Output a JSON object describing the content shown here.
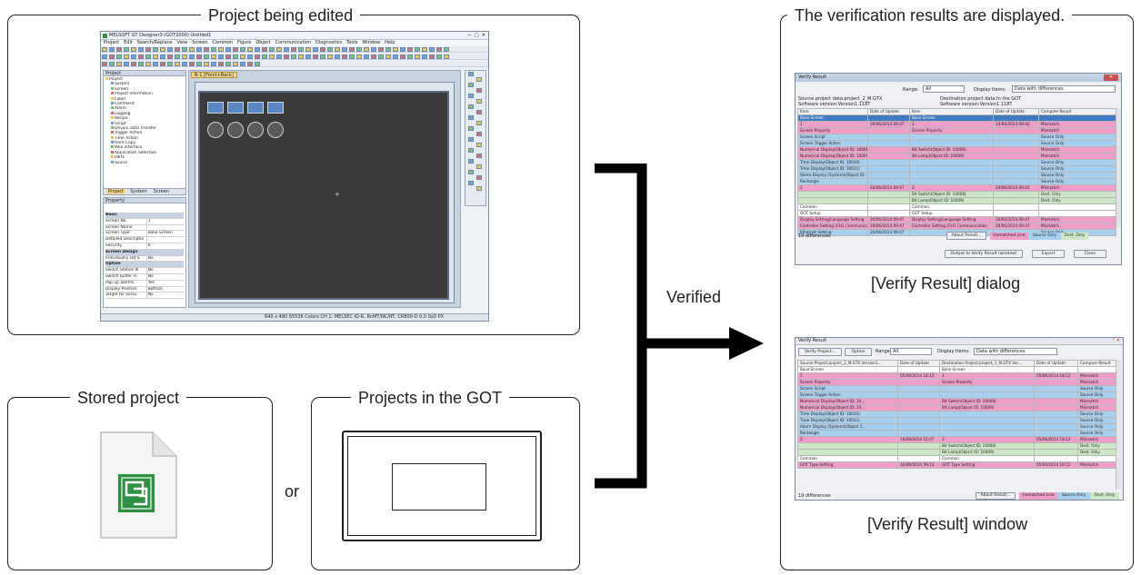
{
  "boxes": {
    "edited": {
      "label": "Project being edited"
    },
    "stored": {
      "label": "Stored project"
    },
    "got": {
      "label": "Projects in the GOT"
    },
    "results": {
      "label": "The verification results are displayed."
    }
  },
  "connector": {
    "or_label": "or",
    "verified_label": "Verified"
  },
  "captions": {
    "dialog": "[Verify Result] dialog",
    "window": "[Verify Result] window"
  },
  "designer": {
    "title": "MELSOFT GT Designer3 (GOT2000) Untitled1",
    "menu": [
      "Project",
      "Edit",
      "Search/Replace",
      "View",
      "Screen",
      "Common",
      "Figure",
      "Object",
      "Communication",
      "Diagnostics",
      "Tools",
      "Window",
      "Help"
    ],
    "tab": "B-1 [Front+Back]",
    "project_tree_title": "Project",
    "tree": [
      "Project",
      "System",
      "Screen",
      "Project Information",
      "Label",
      "Comment",
      "Alarm",
      "Logging",
      "Recipe",
      "Script",
      "Device Data Transfer",
      "Trigger Action",
      "Time Action",
      "Hard Copy",
      "MES Interface",
      "Application Selection",
      "Parts",
      "Sound"
    ],
    "panel_tabs": [
      "Project",
      "System",
      "Screen"
    ],
    "property_title": "Property",
    "property_rows": [
      [
        "Basic",
        ""
      ],
      [
        "Screen No.",
        "1"
      ],
      [
        "Screen Name",
        ""
      ],
      [
        "Screen Type",
        "Base Screen"
      ],
      [
        "Detailed Descriptio",
        ""
      ],
      [
        "Security",
        "0"
      ],
      [
        "Screen Design",
        ""
      ],
      [
        "Individually set S",
        "No"
      ],
      [
        "Option",
        ""
      ],
      [
        "Switch Station N",
        "No"
      ],
      [
        "Switch buffer m",
        "No"
      ],
      [
        "Pop up alarms",
        "Yes"
      ],
      [
        "Display Position",
        "Bottom"
      ],
      [
        "Target for exclu",
        "No"
      ]
    ],
    "status": "640 x 480   65536 Colors   CH 1: MELSEC iQ-R, RnMT/NC/RT, CR800-D   0,0   0x0 PX"
  },
  "dialog": {
    "title": "Verify Result",
    "range_label": "Range:",
    "range_value": "All",
    "display_items_label": "Display Items:",
    "display_items_value": "Data with differences",
    "source_line1": "Source project data:project_2_M.GTX",
    "source_line2": "Software version:Version1.118T",
    "dest_line1": "Destination project data:In the GOT",
    "dest_line2": "Software version:Version1.118T",
    "headers": [
      "Item",
      "Date of Update",
      "Item",
      "Date of Update",
      "Compare Result"
    ],
    "rows": [
      {
        "c": "sel",
        "v": [
          "Base Screen",
          "",
          "Base Screen",
          "",
          ""
        ]
      },
      {
        "c": "pink",
        "v": [
          "1",
          "20/06/2014 09:47",
          "1",
          "20/06/2014 09:42",
          "Mismatch"
        ]
      },
      {
        "c": "pink",
        "v": [
          "Screen Property",
          "",
          "Screen Property",
          "",
          "Mismatch"
        ]
      },
      {
        "c": "blue",
        "v": [
          "Screen Script",
          "",
          "",
          "",
          "Source Only"
        ]
      },
      {
        "c": "blue",
        "v": [
          "Screen Trigger Action",
          "",
          "",
          "",
          "Source Only"
        ]
      },
      {
        "c": "pink",
        "v": [
          "Numerical Display(Object ID: 10008)",
          "",
          "Bit Switch(Object ID: 10008)",
          "",
          "Mismatch"
        ]
      },
      {
        "c": "pink",
        "v": [
          "Numerical Display(Object ID: 10009)",
          "",
          "Bit Lamp(Object ID: 10009)",
          "",
          "Mismatch"
        ]
      },
      {
        "c": "blue",
        "v": [
          "Time Display(Object ID: 10010)",
          "",
          "",
          "",
          "Source Only"
        ]
      },
      {
        "c": "blue",
        "v": [
          "Time Display(Object ID: 10011)",
          "",
          "",
          "",
          "Source Only"
        ]
      },
      {
        "c": "blue",
        "v": [
          "Alarm Display (System)(Object ID: 1",
          "",
          "",
          "",
          "Source Only"
        ]
      },
      {
        "c": "blue",
        "v": [
          "Rectangle",
          "",
          "",
          "",
          "Source Only"
        ]
      },
      {
        "c": "pink",
        "v": [
          "2",
          "20/06/2014 09:47",
          "2",
          "20/06/2014 09:42",
          "Mismatch"
        ]
      },
      {
        "c": "green",
        "v": [
          "",
          "",
          "Bit Switch(Object ID: 10008)",
          "",
          "Dest. Only"
        ]
      },
      {
        "c": "green",
        "v": [
          "",
          "",
          "Bit Lamp(Object ID: 10009)",
          "",
          "Dest. Only"
        ]
      },
      {
        "c": "white",
        "v": [
          "Common",
          "",
          "Common",
          "",
          ""
        ]
      },
      {
        "c": "white",
        "v": [
          "GOT Setup",
          "",
          "GOT Setup",
          "",
          ""
        ]
      },
      {
        "c": "pink",
        "v": [
          "Display Setting(Language Setting",
          "20/06/2014 09:47",
          "Display Setting(Language Setting",
          "20/06/2014 09:47",
          "Mismatch"
        ]
      },
      {
        "c": "pink",
        "v": [
          "Controller Setting (CH1 Communication",
          "20/06/2014 09:47",
          "Controller Setting (CH1 Communication",
          "20/06/2014 09:47",
          "Mismatch"
        ]
      },
      {
        "c": "blue",
        "v": [
          "Ethernet Setting",
          "20/06/2014 09:47",
          "",
          "",
          "Source Only"
        ]
      }
    ],
    "differences": "19 differences",
    "about_button": "About Result...",
    "legend": [
      "Unmatched Line",
      "Source Only",
      "Dest. Only"
    ],
    "output_button": "Output to Verify Result (window)",
    "export_button": "Export",
    "close_button": "Close"
  },
  "window": {
    "title": "Verify Result",
    "verify_project_button": "Verify Project...",
    "option_button": "Option",
    "range_label": "Range:",
    "range_value": "All",
    "display_items_label": "Display Items:",
    "display_items_value": "Data with differences",
    "headers": [
      "Source Project:project_2_M.GTX  Version1...",
      "Date of Update",
      "Destination Project:project_1_M.GTX  Ver...",
      "Date of Update",
      "Compare Result"
    ],
    "rows": [
      {
        "c": "white",
        "v": [
          "Base Screen",
          "",
          "Base Screen",
          "",
          ""
        ]
      },
      {
        "c": "pink",
        "v": [
          "1",
          "05/06/2014 18:12",
          "1",
          "05/06/2014 18:12",
          "Mismatch"
        ]
      },
      {
        "c": "pink",
        "v": [
          "Screen Property",
          "",
          "Screen Property",
          "",
          "Mismatch"
        ]
      },
      {
        "c": "blue",
        "v": [
          "Screen Script",
          "",
          "",
          "",
          "Source Only"
        ]
      },
      {
        "c": "blue",
        "v": [
          "Screen Trigger Action",
          "",
          "",
          "",
          "Source Only"
        ]
      },
      {
        "c": "pink",
        "v": [
          "Numerical Display(Object ID: 10...",
          "",
          "Bit Switch(Object ID: 10008)",
          "",
          "Mismatch"
        ]
      },
      {
        "c": "pink",
        "v": [
          "Numerical Display(Object ID: 10...",
          "",
          "Bit Lamp(Object ID: 10009)",
          "",
          "Mismatch"
        ]
      },
      {
        "c": "blue",
        "v": [
          "Time Display(Object ID: 10010)",
          "",
          "",
          "",
          "Source Only"
        ]
      },
      {
        "c": "blue",
        "v": [
          "Time Display(Object ID: 10011)",
          "",
          "",
          "",
          "Source Only"
        ]
      },
      {
        "c": "blue",
        "v": [
          "Alarm Display (System)(Object 1...",
          "",
          "",
          "",
          "Source Only"
        ]
      },
      {
        "c": "blue",
        "v": [
          "Rectangle",
          "",
          "",
          "",
          "Source Only"
        ]
      },
      {
        "c": "pink",
        "v": [
          "2",
          "16/06/2014 11:07",
          "2",
          "05/06/2014 18:12",
          "Mismatch"
        ]
      },
      {
        "c": "green",
        "v": [
          "",
          "",
          "Bit Switch(Object ID: 10008)",
          "",
          "Dest. Only"
        ]
      },
      {
        "c": "green",
        "v": [
          "",
          "",
          "Bit Lamp(Object ID: 10009)",
          "",
          "Dest. Only"
        ]
      },
      {
        "c": "white",
        "v": [
          "Common",
          "",
          "Common",
          "",
          ""
        ]
      },
      {
        "c": "pink",
        "v": [
          "GOT Type Setting",
          "30/06/2014 09:14",
          "GOT Type Setting",
          "05/06/2014 18:12",
          "Mismatch"
        ]
      }
    ],
    "differences": "19 differences",
    "about_button": "About Result...",
    "legend": [
      "Unmatched Line",
      "Source Only",
      "Dest. Only"
    ]
  },
  "colors": {
    "mismatch": "#ee9ec8",
    "source_only": "#a8cfee",
    "dest_only": "#cde8c6",
    "arrow": "#000000"
  }
}
